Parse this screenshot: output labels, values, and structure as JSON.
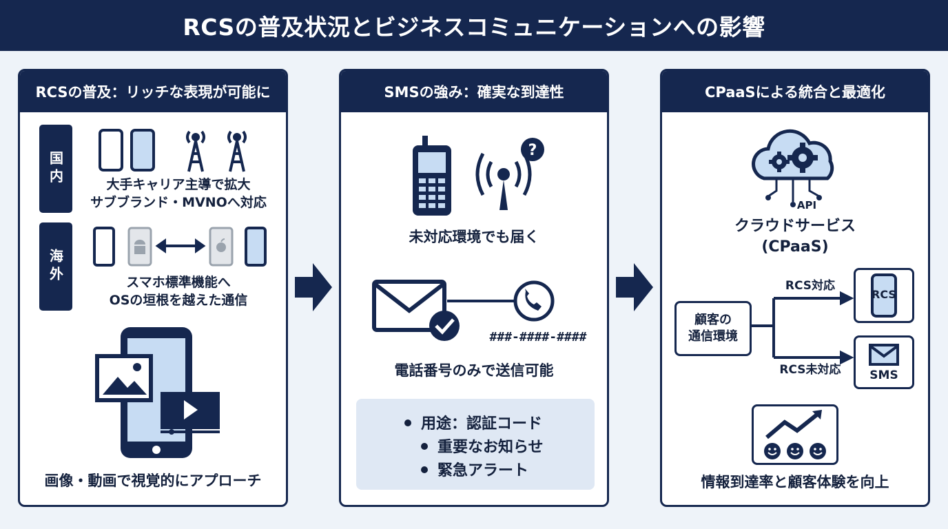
{
  "title": "RCSの普及状況とビジネスコミュニケーションへの影響",
  "colors": {
    "navy": "#15274f",
    "light_blue": "#c7dcf3",
    "panel_bg": "#ffffff",
    "page_bg": "#eef3f9"
  },
  "panel1": {
    "header": "RCSの普及：リッチな表現が可能に",
    "domestic_tab": "国内",
    "domestic_line1": "大手キャリア主導で拡大",
    "domestic_line2": "サブブランド・MVNOへ対応",
    "overseas_tab": "海外",
    "overseas_line1": "スマホ標準機能へ",
    "overseas_line2": "OSの垣根を越えた通信",
    "caption": "画像・動画で視覚的にアプローチ",
    "icons": [
      "smartphone-icon",
      "antenna-icon",
      "android-icon",
      "apple-icon",
      "image-icon",
      "video-icon"
    ]
  },
  "panel2": {
    "header": "SMSの強み：確実な到達性",
    "caption1": "未対応環境でも届く",
    "phone_number": "###-####-####",
    "caption2": "電話番号のみで送信可能",
    "uses": [
      "用途：認証コード",
      "重要なお知らせ",
      "緊急アラート"
    ],
    "icons": [
      "feature-phone-icon",
      "signal-question-icon",
      "envelope-check-icon",
      "phone-circle-icon"
    ]
  },
  "panel3": {
    "header": "CPaaSによる統合と最適化",
    "api_label": "API",
    "service_line1": "クラウドサービス",
    "service_line2": "(CPaaS)",
    "customer_line1": "顧客の",
    "customer_line2": "通信環境",
    "rcs_supported": "RCS対応",
    "rcs_unsupported": "RCS未対応",
    "rcs_label": "RCS",
    "sms_label": "SMS",
    "caption": "情報到達率と顧客体験を向上",
    "icons": [
      "cloud-gear-icon",
      "growth-chart-icon",
      "smiley-icon"
    ]
  }
}
